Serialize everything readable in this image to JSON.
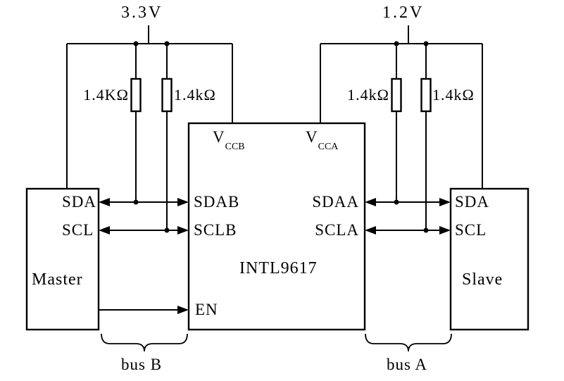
{
  "diagram": {
    "left_supply": "3.3V",
    "right_supply": "1.2V",
    "resistor_labels": {
      "left_sda": "1.4KΩ",
      "left_scl": "1.4kΩ",
      "right_sda": "1.4kΩ",
      "right_scl": "1.4kΩ"
    },
    "chip": {
      "name": "INTL9617",
      "vccb_main": "V",
      "vccb_sub": "CCB",
      "vcca_main": "V",
      "vcca_sub": "CCA",
      "sdab": "SDAB",
      "sclb": "SCLB",
      "sdaa": "SDAA",
      "scla": "SCLA",
      "en": "EN"
    },
    "master": {
      "name": "Master",
      "sda": "SDA",
      "scl": "SCL"
    },
    "slave": {
      "name": "Slave",
      "sda": "SDA",
      "scl": "SCL"
    },
    "bus_b": "bus B",
    "bus_a": "bus A"
  }
}
